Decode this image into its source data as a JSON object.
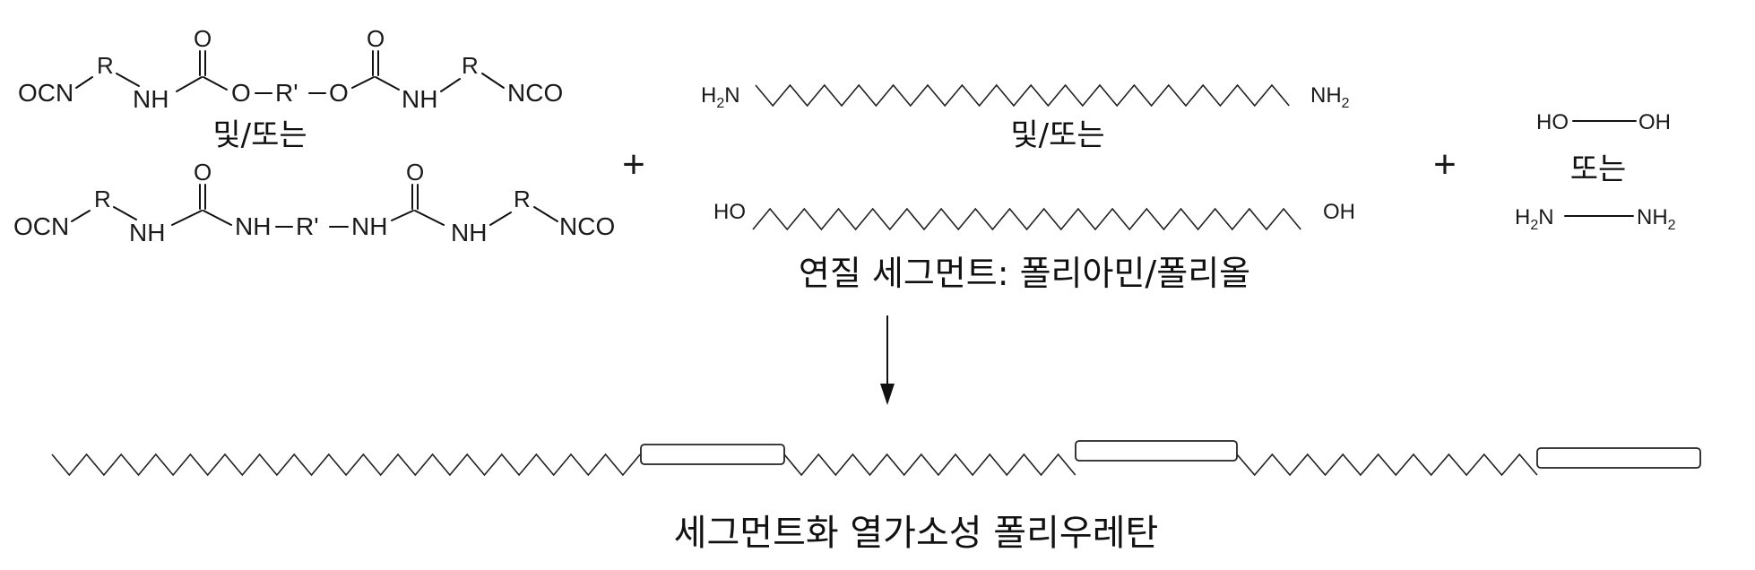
{
  "diisocyanate_urethane": {
    "left_end": "OCN",
    "r1": "R",
    "nh1": "NH",
    "o_carbonyl1": "O",
    "o_link1": "O",
    "r_prime": "R'",
    "o_link2": "O",
    "o_carbonyl2": "O",
    "nh2": "NH",
    "r2": "R",
    "right_end": "NCO"
  },
  "and_or_1": "및/또는",
  "diisocyanate_urea": {
    "left_end": "OCN",
    "r1": "R",
    "nh1": "NH",
    "o_carbonyl1": "O",
    "nh2": "NH",
    "r_prime": "R'",
    "nh3": "NH",
    "o_carbonyl2": "O",
    "nh4": "NH",
    "r2": "R",
    "right_end": "NCO"
  },
  "plus_1": "+",
  "diamine_left_end": "H",
  "diamine_left_sub": "2",
  "diamine_left_n": "N",
  "diamine_right_end": "NH",
  "diamine_right_sub": "2",
  "and_or_2": "및/또는",
  "diol_left_end": "HO",
  "diol_right_end": "OH",
  "soft_segment_label": "연질 세그먼트: 폴리아민/폴리올",
  "plus_2": "+",
  "extender_diol_left": "HO",
  "extender_diol_right": "OH",
  "or_label": "또는",
  "extender_diamine_left_h": "H",
  "extender_diamine_left_sub": "2",
  "extender_diamine_left_n": "N",
  "extender_diamine_right": "NH",
  "extender_diamine_right_sub": "2",
  "product_label": "세그먼트화 열가소성 폴리우레탄"
}
